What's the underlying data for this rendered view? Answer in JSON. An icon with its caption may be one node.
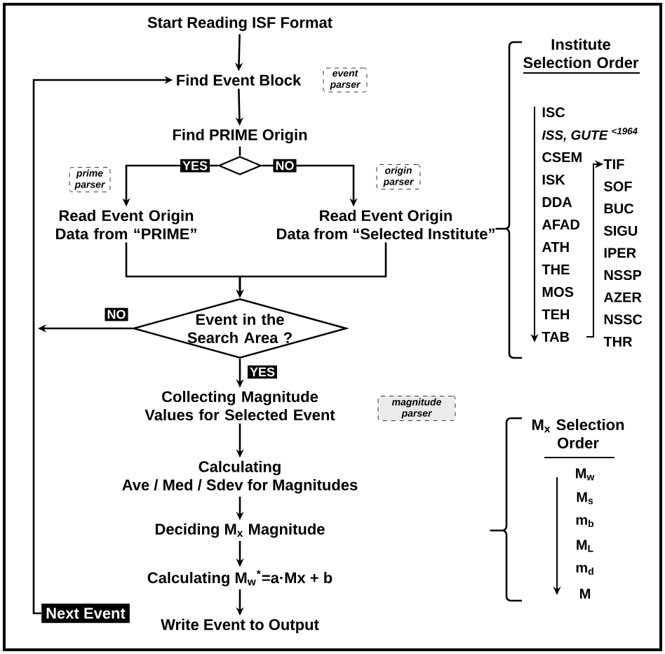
{
  "diagram": {
    "nodes": [
      {
        "text": [
          "Start Reading ISF Format"
        ]
      },
      {
        "text": [
          "Find Event Block"
        ]
      },
      {
        "text": [
          "event parser"
        ]
      },
      {
        "text": [
          "Find PRIME Origin"
        ]
      },
      {
        "text": [],
        "shape": "diamond"
      },
      {
        "text": [
          "prime parser"
        ]
      },
      {
        "text": [
          "Read Event Origin Data from “PRIME”"
        ]
      },
      {
        "text": [
          "origin parser"
        ]
      },
      {
        "text": [
          "Read Event Origin Data from “Selected Institute”"
        ]
      },
      {
        "text": [
          "Event in the Search Area ?"
        ]
      },
      {
        "text": [
          "Collecting Magnitude Values for Selected Event"
        ]
      },
      {
        "text": [
          "magnitude parser"
        ]
      },
      {
        "text": [
          "Calculating Ave / Med / Sdev for Magnitudes"
        ]
      },
      {
        "text": [
          "Deciding M$_{x}$ Magnitude"
        ]
      },
      {
        "text": [
          "Calculating M$_{w}$$^{*}$=a·Mx + b"
        ]
      },
      {
        "text": [
          "Next Event"
        ]
      },
      {
        "text": [
          "Write Event to Output"
        ]
      }
    ],
    "edges": [
      {
        "from": 0,
        "to": 1,
        "arrow": "to"
      },
      {
        "from": 1,
        "to": 3,
        "arrow": "to"
      },
      {
        "from": 3,
        "to": 4,
        "arrow": "none"
      },
      {
        "from": 4,
        "to": 6,
        "arrow": "to",
        "label": "YES"
      },
      {
        "from": 4,
        "to": 8,
        "arrow": "to",
        "label": "NO"
      },
      {
        "from": 6,
        "to": 9,
        "arrow": "to"
      },
      {
        "from": 8,
        "to": 9,
        "arrow": "to"
      },
      {
        "from": 9,
        "to": null,
        "arrow": "to",
        "label": "NO"
      },
      {
        "from": 9,
        "to": 10,
        "arrow": "to",
        "label": "YES"
      },
      {
        "from": 10,
        "to": 12,
        "arrow": "to"
      },
      {
        "from": 12,
        "to": 13,
        "arrow": "to"
      },
      {
        "from": 13,
        "to": 14,
        "arrow": "to"
      },
      {
        "from": 14,
        "to": 16,
        "arrow": "to"
      },
      {
        "from": 15,
        "to": 1,
        "arrow": "to"
      }
    ],
    "labels": [
      "Institute Selection Order",
      "ISC",
      "ISS, GUTE $^{<1964}$",
      "CSEM",
      "TIF",
      "ISK",
      "SOF",
      "DDA",
      "BUC",
      "AFAD",
      "SIGU",
      "ATH",
      "IPER",
      "THE",
      "NSSP",
      "MOS",
      "AZER",
      "TEH",
      "NSSC",
      "TAB",
      "THR",
      "M$_{x}$ Selection Order",
      "M$_{w}$",
      "M$_{s}$",
      "m$_{b}$",
      "M$_{L}$",
      "m$_{d}$",
      "M"
    ]
  }
}
